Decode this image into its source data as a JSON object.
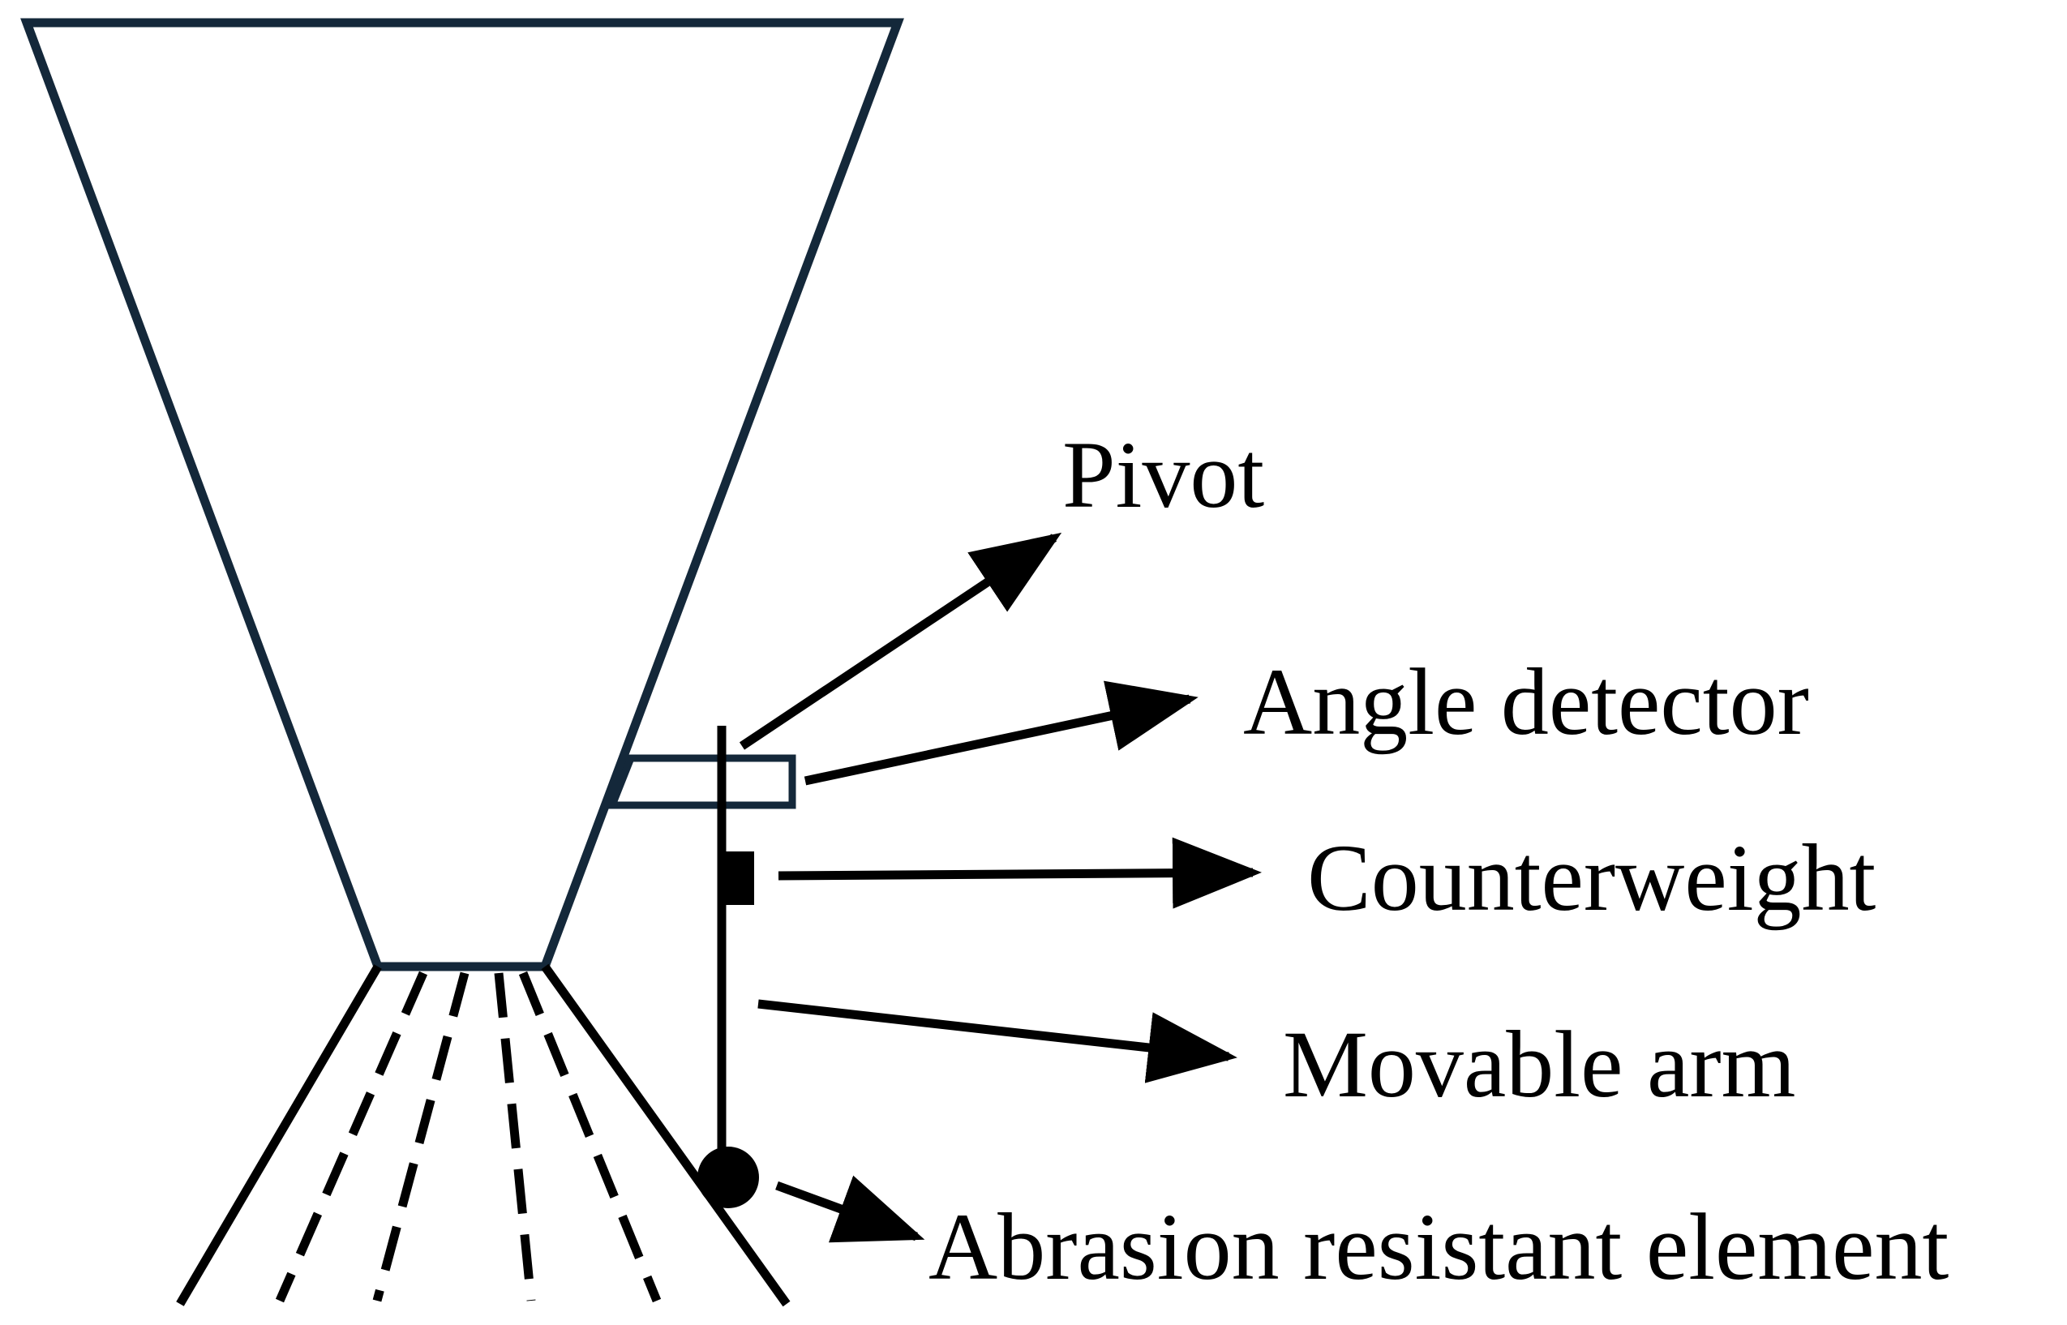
{
  "labels": {
    "pivot": "Pivot",
    "angle_detector": "Angle detector",
    "counterweight": "Counterweight",
    "movable_arm": "Movable arm",
    "abrasion_element": "Abrasion resistant element"
  },
  "colors": {
    "hopper_outline": "#14283a",
    "ink": "#000000",
    "background": "#ffffff"
  }
}
